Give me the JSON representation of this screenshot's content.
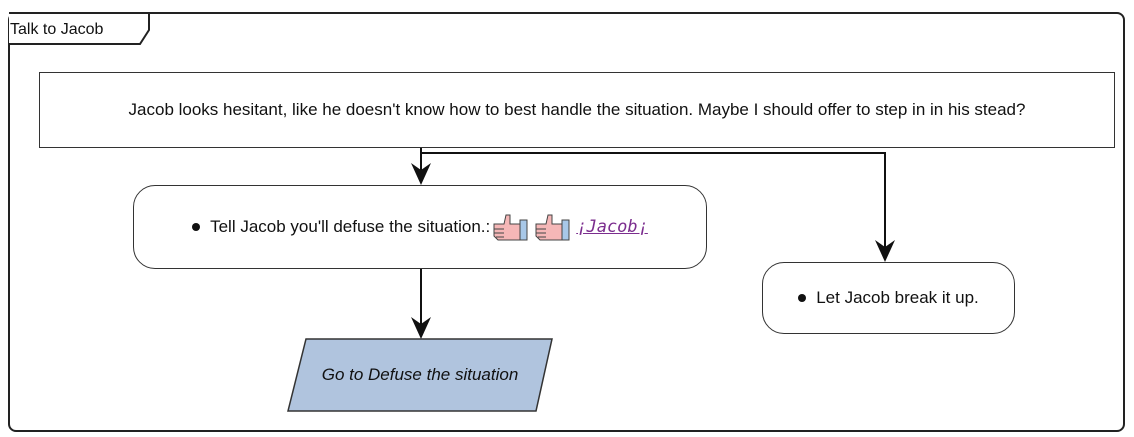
{
  "frame": {
    "title": "Talk to Jacob"
  },
  "prompt": {
    "text": "Jacob looks hesitant, like he doesn't know how to best handle the situation. Maybe I should offer to step in in his stead?"
  },
  "choices": [
    {
      "text": "Tell Jacob you'll defuse the situation.:",
      "link": "¡Jacob¡",
      "icons": [
        "thumbs-up-icon",
        "thumbs-up-icon"
      ]
    },
    {
      "text": "Let Jacob break it up."
    }
  ],
  "goto": {
    "text": "Go to Defuse the situation"
  },
  "colors": {
    "goto_fill": "#b0c4de",
    "link": "#7b2d8e",
    "border": "#222222"
  }
}
